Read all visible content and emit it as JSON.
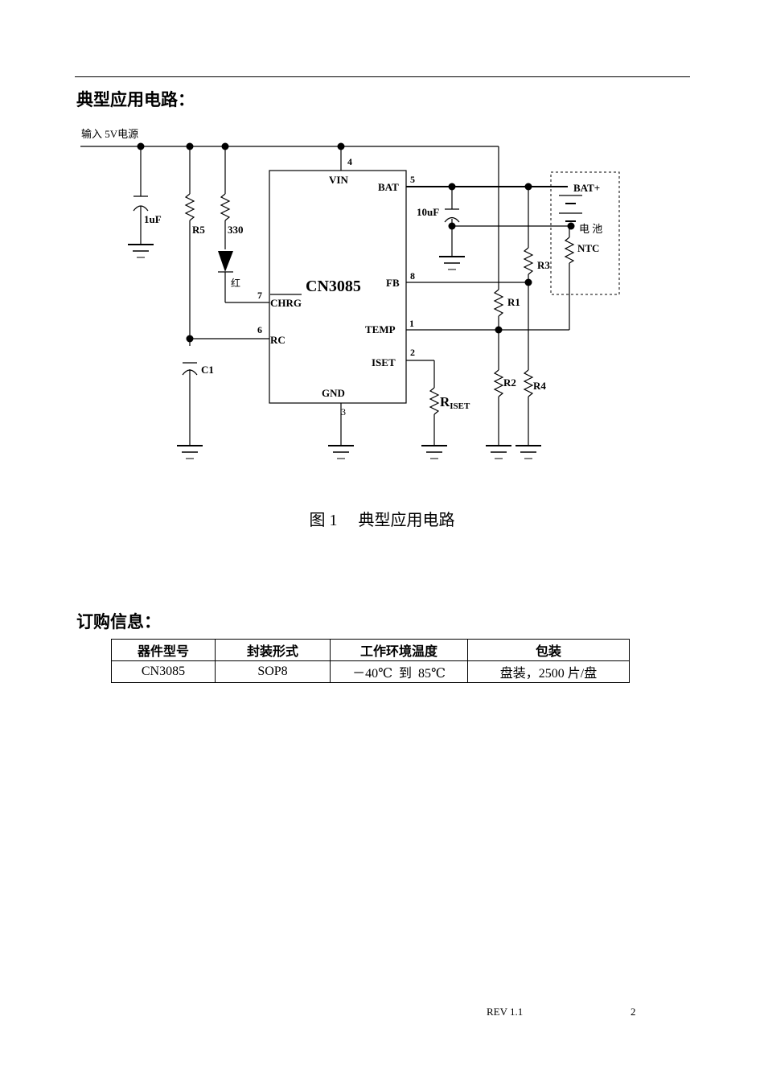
{
  "headings": {
    "typical_app": "典型应用电路：",
    "ordering": "订购信息："
  },
  "circuit": {
    "input_label": "输入 5V电源",
    "chip_name": "CN3085",
    "pins": {
      "vin": "VIN",
      "vin_num": "4",
      "bat": "BAT",
      "bat_num": "5",
      "fb": "FB",
      "fb_num": "8",
      "temp": "TEMP",
      "temp_num": "1",
      "iset": "ISET",
      "iset_num": "2",
      "gnd": "GND",
      "gnd_num": "3",
      "chrg": "CHRG",
      "chrg_num": "7",
      "rc": "RC",
      "rc_num": "6"
    },
    "components": {
      "c_in": "1uF",
      "r5": "R5",
      "r330": "330",
      "led": "红",
      "c1": "C1",
      "c_bat": "10uF",
      "r1": "R1",
      "r2": "R2",
      "r3": "R3",
      "r4": "R4",
      "riset_main": "R",
      "riset_sub": "ISET",
      "bat_plus": "BAT+",
      "battery": "电 池",
      "ntc": "NTC"
    }
  },
  "caption": {
    "figure": "图 1",
    "title": "典型应用电路"
  },
  "order_table": {
    "headers": [
      "器件型号",
      "封装形式",
      "工作环境温度",
      "包装"
    ],
    "row": [
      "CN3085",
      "SOP8",
      "－40℃  到  85℃",
      "盘装，2500 片/盘"
    ]
  },
  "footer": {
    "rev": "REV 1.1",
    "page": "2"
  }
}
